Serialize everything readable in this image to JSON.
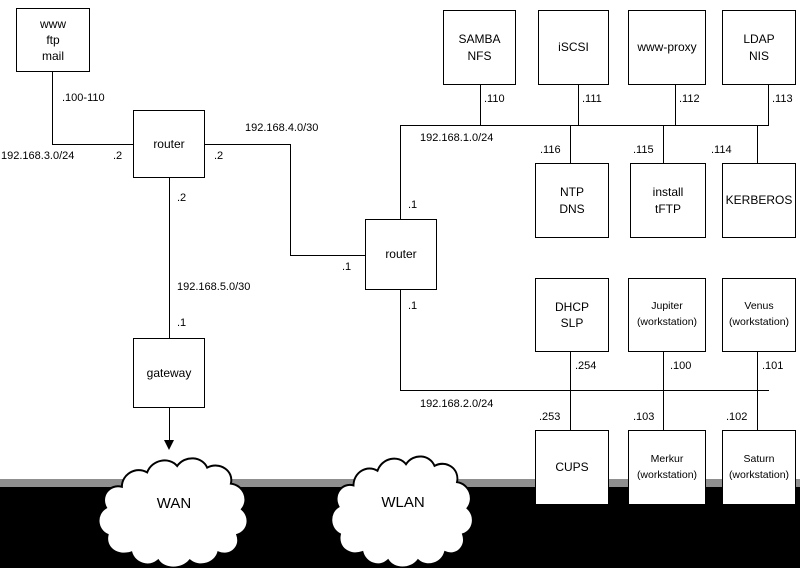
{
  "diagram": {
    "nodes": {
      "www_ftp_mail": {
        "label": "www\nftp\nmail"
      },
      "router1": {
        "label": "router"
      },
      "router2": {
        "label": "router"
      },
      "gateway": {
        "label": "gateway"
      },
      "samba_nfs": {
        "label": "SAMBA\nNFS"
      },
      "iscsi": {
        "label": "iSCSI"
      },
      "www_proxy": {
        "label": "www-proxy"
      },
      "ldap_nis": {
        "label": "LDAP\nNIS"
      },
      "ntp_dns": {
        "label": "NTP\nDNS"
      },
      "install_tftp": {
        "label": "install\ntFTP"
      },
      "kerberos": {
        "label": "KERBEROS"
      },
      "dhcp_slp": {
        "label": "DHCP\nSLP"
      },
      "jupiter": {
        "label": "Jupiter\n(workstation)"
      },
      "venus": {
        "label": "Venus\n(workstation)"
      },
      "cups": {
        "label": "CUPS"
      },
      "merkur": {
        "label": "Merkur\n(workstation)"
      },
      "saturn": {
        "label": "Saturn\n(workstation)"
      },
      "wan": {
        "label": "WAN"
      },
      "wlan": {
        "label": "WLAN"
      }
    },
    "labels": {
      "range_100_110": ".100-110",
      "net_3": "192.168.3.0/24",
      "net_4": "192.168.4.0/30",
      "net_5": "192.168.5.0/30",
      "net_1": "192.168.1.0/24",
      "net_2": "192.168.2.0/24",
      "r1_left": ".2",
      "r1_right": ".2",
      "r1_down": ".2",
      "gw_up": ".1",
      "r2_up": ".1",
      "r2_left": ".1",
      "r2_down": ".1",
      "ip_110": ".110",
      "ip_111": ".111",
      "ip_112": ".112",
      "ip_113": ".113",
      "ip_114": ".114",
      "ip_115": ".115",
      "ip_116": ".116",
      "ip_254": ".254",
      "ip_100": ".100",
      "ip_101": ".101",
      "ip_253": ".253",
      "ip_103": ".103",
      "ip_102": ".102"
    },
    "colors": {
      "line": "#000000",
      "box_fill": "#ffffff",
      "bottom_background": "#000000",
      "strip": "#8f8f8f"
    }
  }
}
